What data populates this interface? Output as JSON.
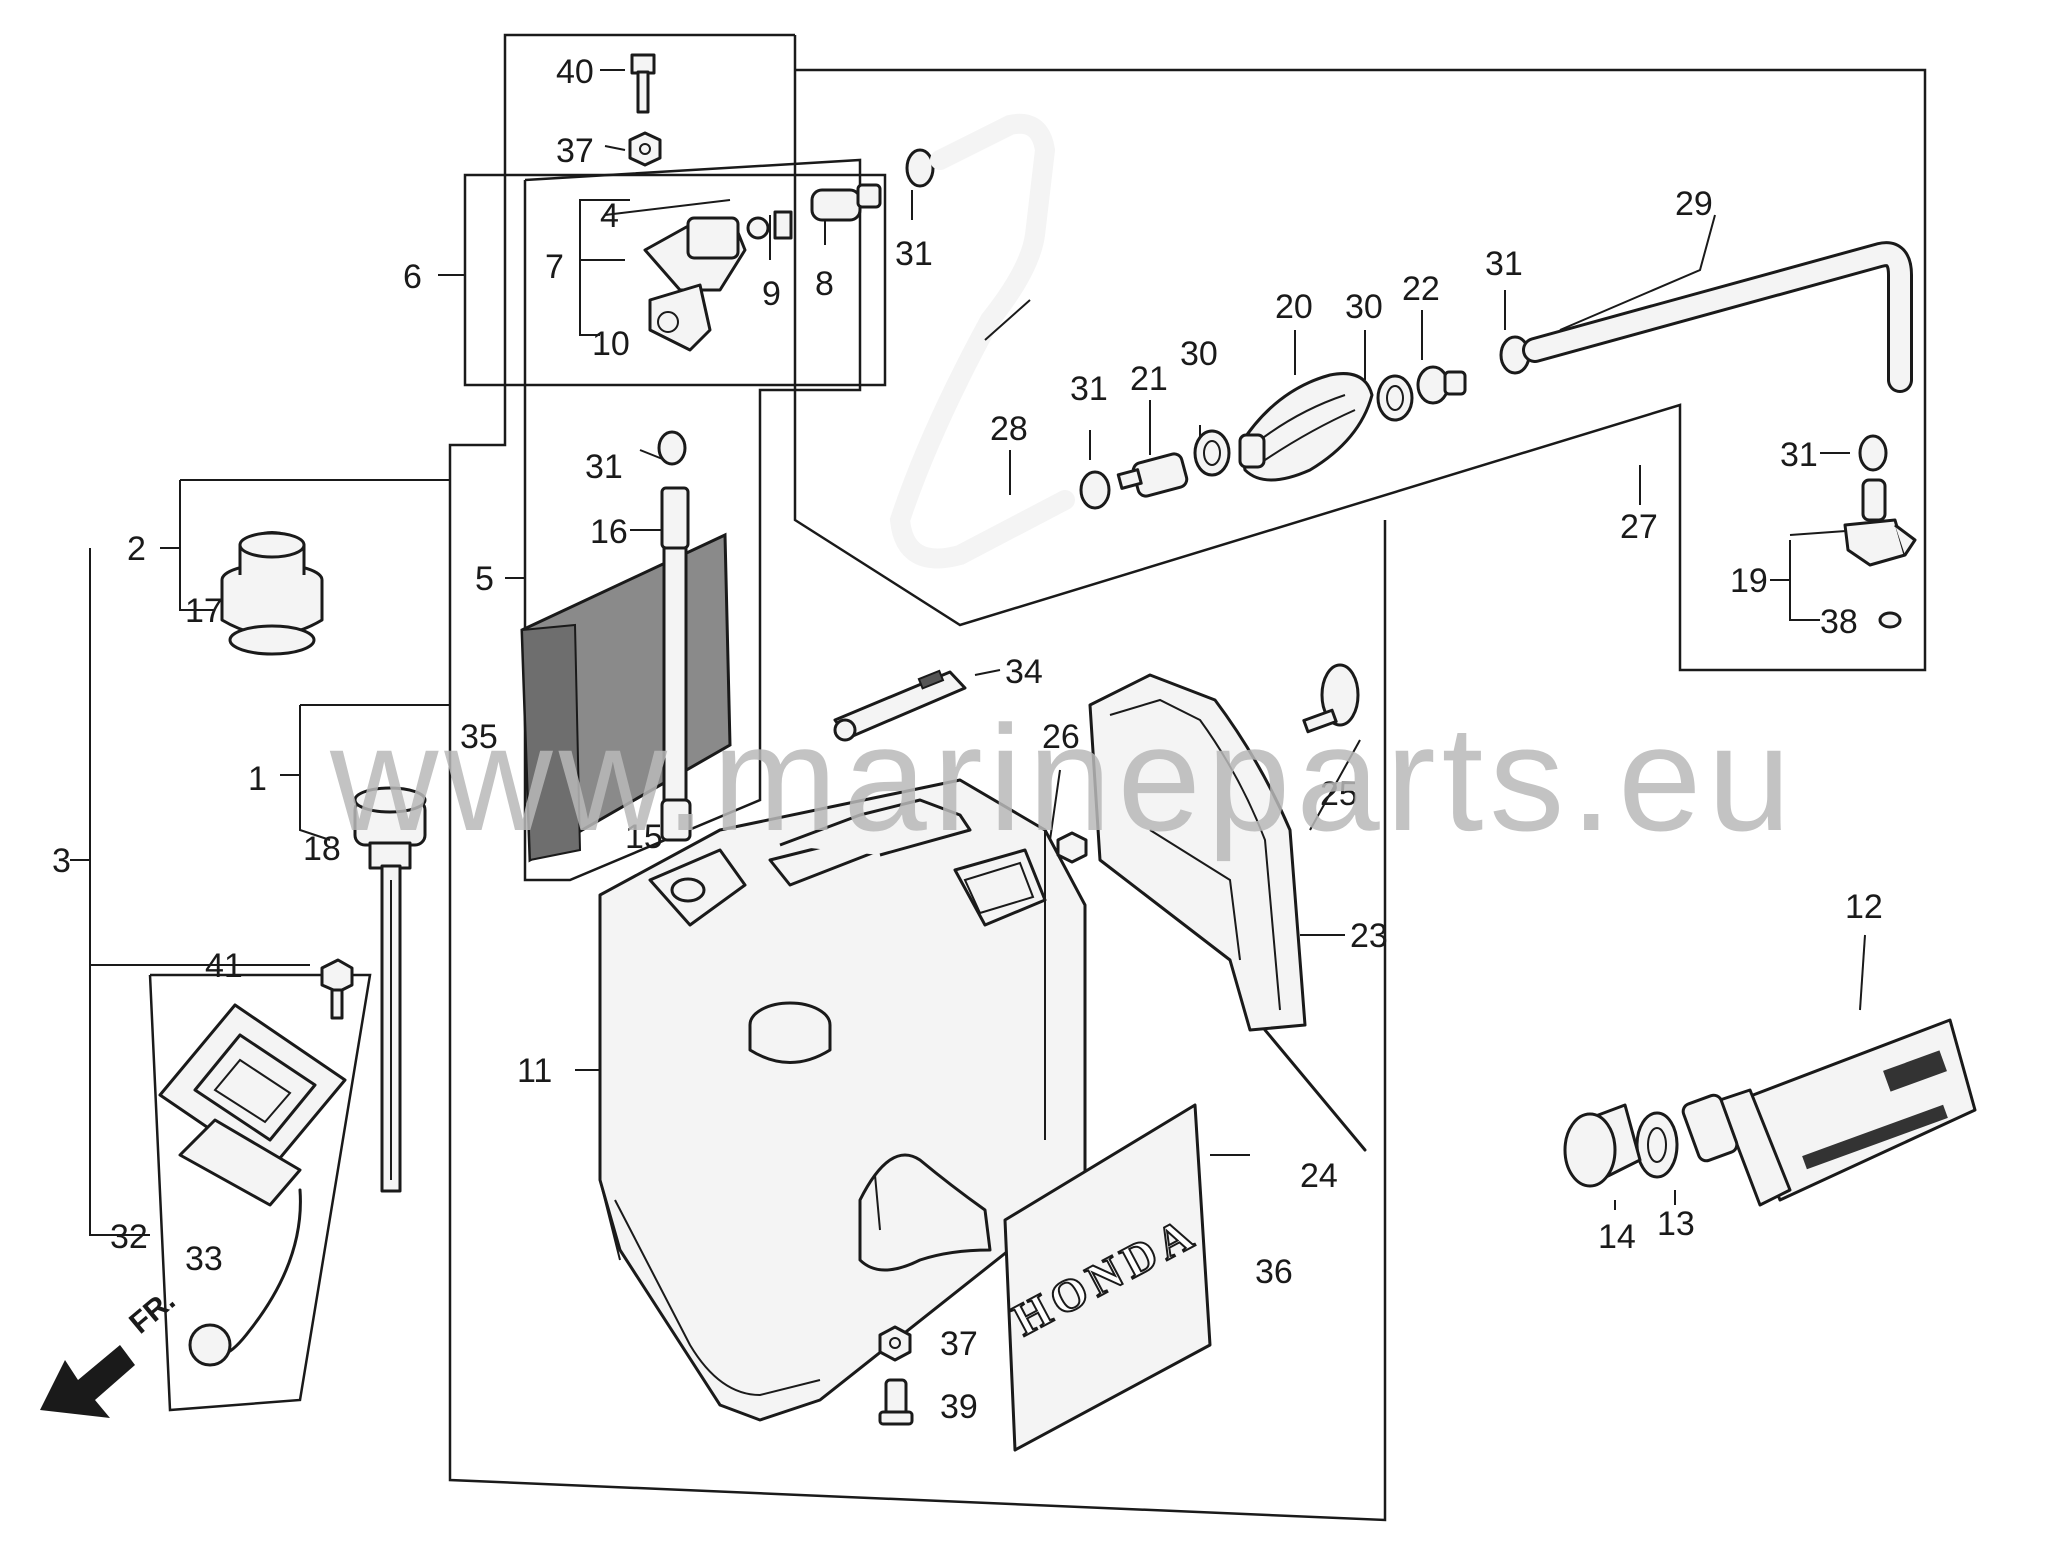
{
  "watermark": "www.marineparts.eu",
  "brand_text": "HONDA",
  "direction_label": "FR.",
  "callouts": {
    "c40": "40",
    "c37a": "37",
    "c4": "4",
    "c7": "7",
    "c10": "10",
    "c9": "9",
    "c8": "8",
    "c31a": "31",
    "c6": "6",
    "c29": "29",
    "c31b": "31",
    "c20": "20",
    "c30a": "30",
    "c22": "22",
    "c21": "21",
    "c30b": "30",
    "c31c": "31",
    "c28": "28",
    "c27": "27",
    "c31d": "31",
    "c19": "19",
    "c38": "38",
    "c2": "2",
    "c17": "17",
    "c31e": "31",
    "c16": "16",
    "c5": "5",
    "c34": "34",
    "c35": "35",
    "c26": "26",
    "c25": "25",
    "c1": "1",
    "c18": "18",
    "c3": "3",
    "c15": "15",
    "c12": "12",
    "c23": "23",
    "c41": "41",
    "c11": "11",
    "c24": "24",
    "c14": "14",
    "c13": "13",
    "c32": "32",
    "c33": "33",
    "c36": "36",
    "c37b": "37",
    "c39": "39"
  }
}
